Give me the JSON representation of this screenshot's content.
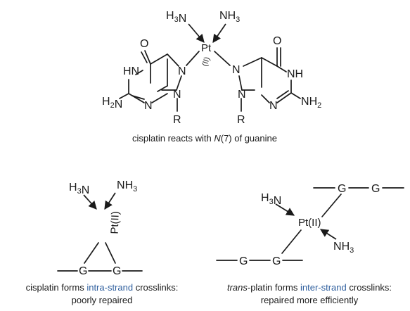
{
  "top": {
    "ammine_left": "H3N",
    "ammine_right": "NH3",
    "metal": "Pt",
    "oxidation": "(II)",
    "left_guanine": {
      "oxo": "O",
      "nh": "HN",
      "n3": "N",
      "amino": "H2N",
      "n7": "N",
      "n9": "N",
      "r": "R"
    },
    "right_guanine": {
      "oxo": "O",
      "nh": "NH",
      "n3": "N",
      "amino": "NH2",
      "n7": "N",
      "n9": "N",
      "r": "R"
    },
    "caption_pre": "cisplatin reacts with ",
    "caption_italic": "N",
    "caption_post": "(7) of guanine"
  },
  "cis": {
    "ammine_left": "H3N",
    "ammine_right": "NH3",
    "metal_label": "Pt(II)",
    "base_left": "G",
    "base_right": "G",
    "caption_pre": "cisplatin forms ",
    "caption_accent": "intra-strand",
    "caption_post": " crosslinks:",
    "caption_line2": "poorly repaired"
  },
  "trans": {
    "ammine_top": "H3N",
    "ammine_bottom": "NH3",
    "metal_label": "Pt(II)",
    "top_strand_g1": "G",
    "top_strand_g2": "G",
    "bottom_strand_g1": "G",
    "bottom_strand_g2": "G",
    "caption_italic": "trans",
    "caption_pre": "-platin forms ",
    "caption_accent": "inter-strand",
    "caption_post": " crosslinks:",
    "caption_line2": "repaired more efficiently"
  },
  "colors": {
    "ink": "#1a1a1a",
    "accent": "#2f5f9e"
  }
}
